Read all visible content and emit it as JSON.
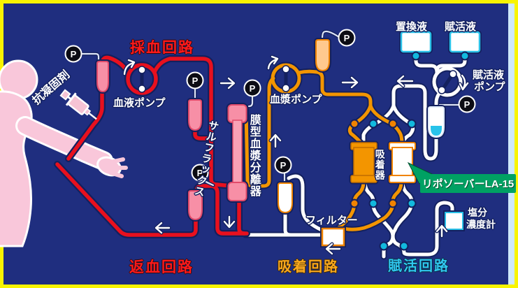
{
  "labels": {
    "blood_collection_circuit": "採血回路",
    "blood_pump": "血液ポンプ",
    "anticoagulant": "抗凝固剤",
    "sulflux": "サルフラックス",
    "membrane_separator": "膜型血漿分離器",
    "plasma_pump": "血漿ポンプ",
    "replacement_fluid": "置換液",
    "activation_fluid": "賦活液",
    "activation_pump_line1": "賦活液",
    "activation_pump_line2": "ポンプ",
    "adsorber": "吸着器",
    "liposorber": "リポソーバーLA-15",
    "filter": "フィルター",
    "blood_return_circuit": "返血回路",
    "adsorption_circuit": "吸着回路",
    "activation_circuit": "賦活回路",
    "salinity_meter_line1": "塩分",
    "salinity_meter_line2": "濃度計",
    "pressure_gauge": "P"
  },
  "colors": {
    "background": "#1f2e7f",
    "frame_border": "#f8f400",
    "blood_line": "#e8101e",
    "plasma_line": "#f39500",
    "activation_line": "#ffffff",
    "clamp_cyan": "#12b9de",
    "clamp_orange": "#f08300",
    "banner_green": "#00a163",
    "chamber_pink": "#f78fa6",
    "patient_pink": "#f9c7da"
  }
}
